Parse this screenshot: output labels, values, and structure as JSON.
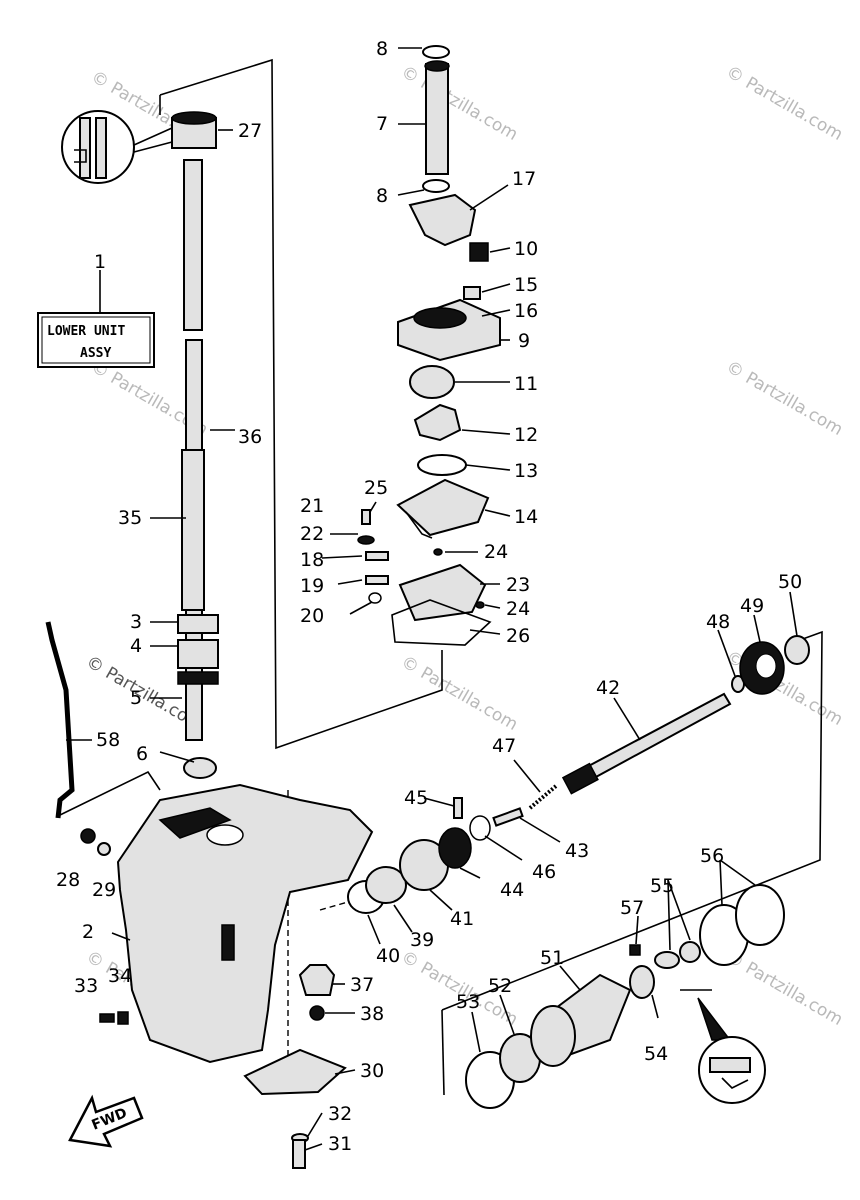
{
  "assembly_box": {
    "line1": "LOWER UNIT",
    "line2": "ASSY"
  },
  "fwd_label": "FWD",
  "watermark": "© Partzilla.com",
  "callouts": {
    "c1": "1",
    "c2": "2",
    "c3": "3",
    "c4": "4",
    "c5": "5",
    "c6": "6",
    "c7": "7",
    "c8a": "8",
    "c8b": "8",
    "c9": "9",
    "c10": "10",
    "c11": "11",
    "c12": "12",
    "c13": "13",
    "c14": "14",
    "c15": "15",
    "c16": "16",
    "c17": "17",
    "c18": "18",
    "c19": "19",
    "c20": "20",
    "c21": "21",
    "c22": "22",
    "c23": "23",
    "c24a": "24",
    "c24b": "24",
    "c25": "25",
    "c26": "26",
    "c27": "27",
    "c28": "28",
    "c29": "29",
    "c30": "30",
    "c31": "31",
    "c32": "32",
    "c33": "33",
    "c34": "34",
    "c35": "35",
    "c36": "36",
    "c37": "37",
    "c38": "38",
    "c39": "39",
    "c40": "40",
    "c41": "41",
    "c42": "42",
    "c43": "43",
    "c44": "44",
    "c45": "45",
    "c46": "46",
    "c47": "47",
    "c48": "48",
    "c49": "49",
    "c50": "50",
    "c51": "51",
    "c52": "52",
    "c53": "53",
    "c54": "54",
    "c55": "55",
    "c56": "56",
    "c57": "57",
    "c58": "58"
  },
  "colors": {
    "ink": "#000000",
    "paper": "#ffffff",
    "watermark": "#b9b9b9",
    "part_fill": "#e2e2e2"
  }
}
